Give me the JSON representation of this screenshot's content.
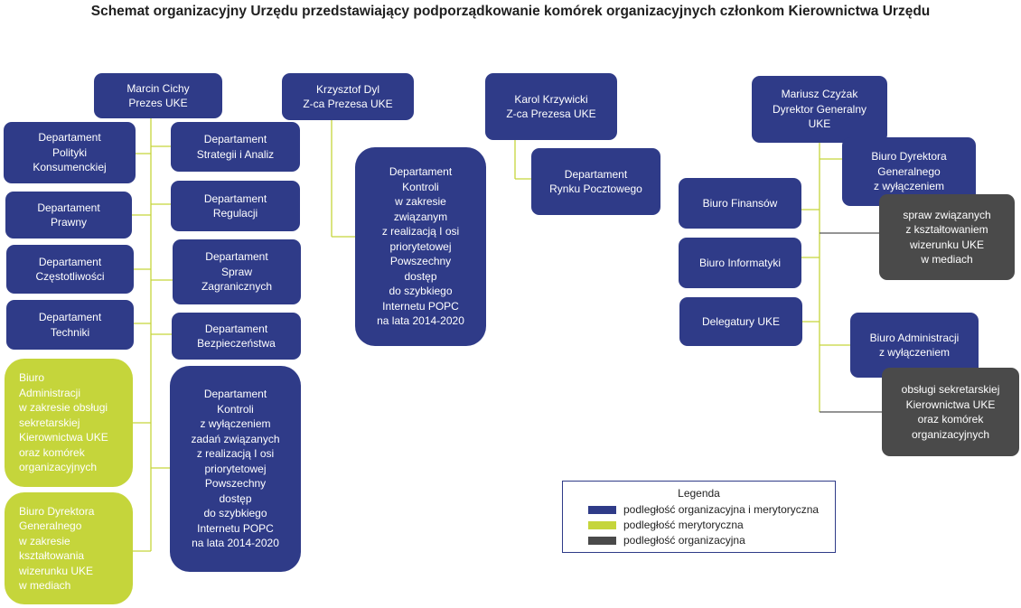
{
  "title": "Schemat organizacyjny Urzędu przedstawiający podporządkowanie komórek organizacyjnych członkom Kierownictwa Urzędu",
  "colors": {
    "navy": "#2f3b88",
    "lime": "#c5d53b",
    "gray": "#4a4a4a",
    "line_lime": "#c5d53b",
    "line_gray": "#555555"
  },
  "heads": {
    "prezes": "Marcin Cichy\nPrezes UKE",
    "dyl": "Krzysztof Dyl\nZ-ca Prezesa UKE",
    "krzywicki": "Karol Krzywicki\nZ-ca Prezesa UKE",
    "czyzak": "Mariusz Czyżak\nDyrektor Generalny\nUKE"
  },
  "prezes_left": {
    "polityki": "Departament\nPolityki\nKonsumenckiej",
    "prawny": "Departament\nPrawny",
    "czestotliwosci": "Departament\nCzęstotliwości",
    "techniki": "Departament\nTechniki",
    "ba_merytoryczne": "Biuro\nAdministracji\nw zakresie obsługi\nsekretarskiej\nKierownictwa UKE\noraz komórek\norganizacyjnych",
    "bdg_merytoryczne": "Biuro Dyrektora\nGeneralnego\nw zakresie\nkształtowania\nwizerunku UKE\nw mediach"
  },
  "prezes_right": {
    "strategii": "Departament\nStrategii i Analiz",
    "regulacji": "Departament\nRegulacji",
    "spraw": "Departament\nSpraw\nZagranicznych",
    "bezpieczenstwa": "Departament\nBezpieczeństwa",
    "kontroli": "Departament\nKontroli\nz wyłączeniem\nzadań związanych\nz realizacją I osi\npriorytetowej\nPowszechny\ndostęp\ndo szybkiego\nInternetu POPC\nna lata 2014-2020"
  },
  "dyl_units": {
    "kontroli_popc": "Departament\nKontroli\nw zakresie\nzwiązanym\nz realizacją I osi\npriorytetowej\nPowszechny\ndostęp\ndo szybkiego\nInternetu POPC\nna lata 2014-2020"
  },
  "krzywicki_units": {
    "pocztowy": "Departament\nRynku Pocztowego"
  },
  "czyzak_units": {
    "bdg": "Biuro Dyrektora\nGeneralnego\nz wyłączeniem",
    "bdg_excl": "spraw związanych\nz kształtowaniem\nwizerunku UKE\nw mediach",
    "finansow": "Biuro Finansów",
    "informatyki": "Biuro Informatyki",
    "delegatury": "Delegatury UKE",
    "ba": "Biuro Administracji\nz wyłączeniem",
    "ba_excl": "obsługi sekretarskiej\nKierownictwa UKE\noraz komórek\norganizacyjnych"
  },
  "legend": {
    "title": "Legenda",
    "items": [
      {
        "label": "podległość organizacyjna i merytoryczna",
        "color": "#2f3b88"
      },
      {
        "label": "podległość merytoryczna",
        "color": "#c5d53b"
      },
      {
        "label": "podległość organizacyjna",
        "color": "#4a4a4a"
      }
    ]
  }
}
